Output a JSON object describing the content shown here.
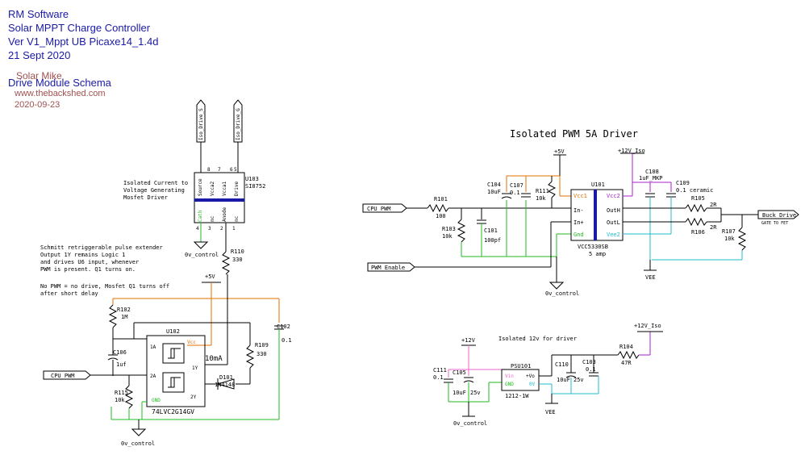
{
  "header": {
    "company": "RM Software",
    "product": "Solar MPPT Charge Controller",
    "version": "Ver V1_Mppt UB Picaxe14_1.4d",
    "date": "21 Sept 2020",
    "author": "Solar Mike",
    "schema": "Drive Module Schema",
    "website": "www.thebackshed.com",
    "sheet_date": "2020-09-23"
  },
  "colors": {
    "wire": "#000000",
    "net_gnd": "#22bb22",
    "net_vcc": "#e07000",
    "net_vee": "#22bbcc",
    "net_iso": "#aa22cc",
    "pin_label": "#2222cc",
    "ic_bar": "#1a1aa6",
    "header_text": "#1a1aa6",
    "author_text": "#a05050"
  },
  "driver_section": {
    "title": "Isolated PWM 5A Driver",
    "ic_ref": "U101",
    "ic_part": "VCC5330SB",
    "ic_note": "5 amp",
    "pins": {
      "vcc1": "Vcc1",
      "in_minus": "In-",
      "in_plus": "In+",
      "gnd": "Gnd",
      "vcc2": "Vcc2",
      "out_h": "OutH",
      "out_l": "OutL",
      "vee2": "Vee2"
    },
    "rails": {
      "p5v": "+5V",
      "p12v_iso": "+12V_Iso",
      "vee": "VEE",
      "gnd": "0v_control"
    },
    "ports": {
      "pwm_in": "CPU_PWM",
      "pwm_enable": "PWM_Enable",
      "buck_drive": "Buck_Drive"
    },
    "r101": {
      "ref": "R101",
      "value": "100"
    },
    "r103": {
      "ref": "R103",
      "value": "10k"
    },
    "c101": {
      "ref": "C101",
      "value": "100pf"
    },
    "c104": {
      "ref": "C104",
      "value": "10uF"
    },
    "c107": {
      "ref": "C107",
      "value": "0.1"
    },
    "r111": {
      "ref": "R111",
      "value": "10k"
    },
    "c108": {
      "ref": "C108",
      "value": "1uF_MKP"
    },
    "c109": {
      "ref": "C109",
      "value": "0.1 ceramic"
    },
    "r105": {
      "ref": "R105",
      "value": "2R"
    },
    "r106": {
      "ref": "R106",
      "value": "2R"
    },
    "r107": {
      "ref": "R107",
      "value": "10k"
    },
    "buck_note": "GATE TO FET"
  },
  "iso_section": {
    "title": "Isolated 12v for driver",
    "module_ref": "PSU101",
    "module_part": "1212-1W",
    "pins": {
      "vin": "Vin",
      "gnd": "GND",
      "pvo": "+Vo",
      "zero_v": "0V"
    },
    "rails": {
      "p12v": "+12V",
      "p12v_iso": "+12V_Iso",
      "vee": "VEE",
      "gnd": "0v_control"
    },
    "c111": {
      "ref": "C111",
      "value": "0.1"
    },
    "c105": {
      "ref": "C105",
      "value": "10uF",
      "voltage": "25v"
    },
    "c110": {
      "ref": "C110",
      "value": "10uF",
      "voltage": "25v"
    },
    "c103": {
      "ref": "C103",
      "value": "0.1"
    },
    "r104": {
      "ref": "R104",
      "value": "47R"
    }
  },
  "isolated_current_section": {
    "description": [
      "Isolated Current to",
      "Voltage Generating",
      "Mosfet Driver"
    ],
    "ic_ref": "U103",
    "ic_part": "SI8752",
    "pins_top": [
      "Source",
      "Vcca2",
      "Vcca1",
      "Drive"
    ],
    "pin_nums_top": [
      "8",
      "7",
      "6",
      "5"
    ],
    "pins_bottom": [
      "Cath",
      "nc",
      "Anode",
      "nc"
    ],
    "pin_nums_bottom": [
      "4",
      "3",
      "2",
      "1"
    ],
    "ports": {
      "iso_drive_s": "Iso_Drive_S",
      "iso_drive_g": "Iso_Drive_G"
    },
    "gnd": "0v_control",
    "r110": {
      "ref": "R110",
      "value": "330"
    }
  },
  "extender_section": {
    "notes": [
      "Schmitt retriggerable pulse extender",
      "Output 1Y remains Logic 1",
      "and drives U6 input, whenever",
      "PWM is present. Q1 turns on.",
      "",
      "No PWM = no drive, Mosfet Q1 turns off",
      "after short delay"
    ],
    "rail": "+5V",
    "ic_ref": "U102",
    "ic_part": "74LVC2G14GV",
    "pins": {
      "a1": "1A",
      "a2": "2A",
      "vcc": "Vcc",
      "y1": "1Y",
      "y2": "2Y",
      "gnd": "GND"
    },
    "current_note": "10mA",
    "port": "CPU_PWM",
    "gnd": "0v_control",
    "r102": {
      "ref": "R102",
      "value": "1M"
    },
    "c106": {
      "ref": "C106",
      "value": "1uf"
    },
    "r115": {
      "ref": "R115",
      "value": "10k"
    },
    "c102": {
      "ref": "C102",
      "value": "0.1"
    },
    "r109": {
      "ref": "R109",
      "value": "330"
    },
    "d101": {
      "ref": "D101",
      "value": "1N4148"
    }
  }
}
